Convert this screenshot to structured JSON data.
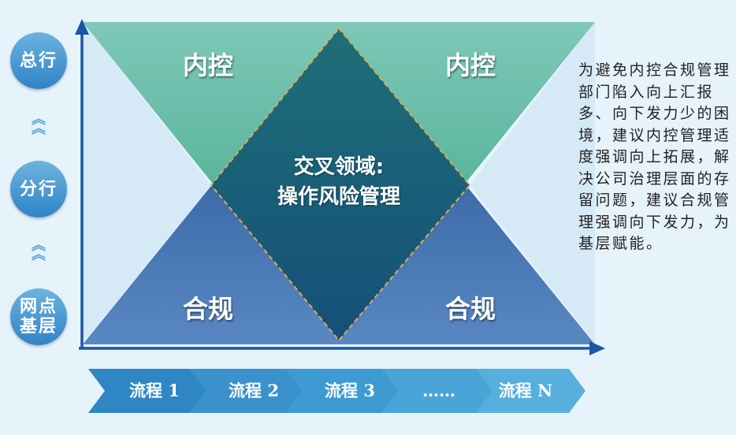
{
  "levels": [
    "总行",
    "分行",
    "网点基层"
  ],
  "regions": {
    "top_left": "内控",
    "top_right": "内控",
    "bottom_left": "合规",
    "bottom_right": "合规"
  },
  "center": {
    "line1": "交叉领域:",
    "line2": "操作风险管理"
  },
  "note": "为避免内控合规管理部门陷入向上汇报多、向下发力少的困境，建议内控管理适度强调向上拓展，解决公司治理层面的存留问题，建议合规管理强调向下发力，为基层赋能。",
  "process_steps": [
    "流程 1",
    "流程 2",
    "流程 3",
    "……",
    "流程 N"
  ],
  "colors": {
    "internal_control_top": "#7ec8b8",
    "internal_control_bottom": "#3aa383",
    "compliance_top": "#1a4b8f",
    "compliance_bottom": "#4f7fbd",
    "cross_area": "#145a6e",
    "dashed_border": "#e8a64e",
    "axis": "#1c56a6",
    "step_fill": "#2f86c4"
  }
}
